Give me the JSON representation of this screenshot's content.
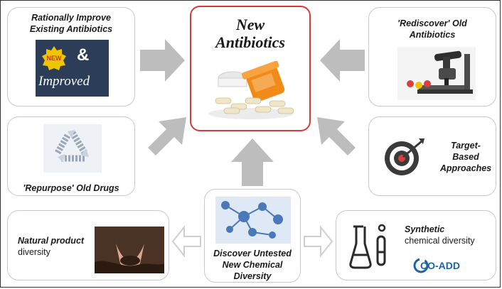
{
  "center": {
    "title_line1": "New",
    "title_line2": "Antibiotics"
  },
  "cards": {
    "improve": {
      "line1": "Rationally Improve",
      "line2": "Existing Antibiotics",
      "badge": "NEW",
      "amp": "&",
      "word": "Improved"
    },
    "rediscover": {
      "line1": "'Rediscover' Old",
      "line2": "Antibiotics"
    },
    "repurpose": {
      "label": "'Repurpose' Old Drugs"
    },
    "target": {
      "line1": "Target-",
      "line2": "Based",
      "line3": "Approaches"
    },
    "natural": {
      "line1_bold": "Natural product",
      "line2": "diversity"
    },
    "discover": {
      "line1": "Discover Untested",
      "line2": "New Chemical",
      "line3": "Diversity"
    },
    "synthetic": {
      "line1_bold": "Synthetic",
      "line2": "chemical diversity",
      "logo": "CO-ADD"
    }
  },
  "colors": {
    "arrow": "#bdbdbd",
    "arrow_outline": "#cfcfcf",
    "center_border": "#d63b3b",
    "card_border": "#c9c9c9",
    "improve_bg": "#2c3e57",
    "badge": "#f2c400",
    "pill_orange": "#f28a1a",
    "target_dark": "#3a3a3a",
    "target_red": "#d84040",
    "molecule_blue": "#4a78b8",
    "logo_blue": "#1e63a8"
  },
  "icons": [
    "pill-bottle-icon",
    "microscope-icon",
    "recycle-pills-icon",
    "target-icon",
    "hands-soil-icon",
    "molecule-network-icon",
    "flask-test-tube-icon",
    "coadd-logo"
  ]
}
